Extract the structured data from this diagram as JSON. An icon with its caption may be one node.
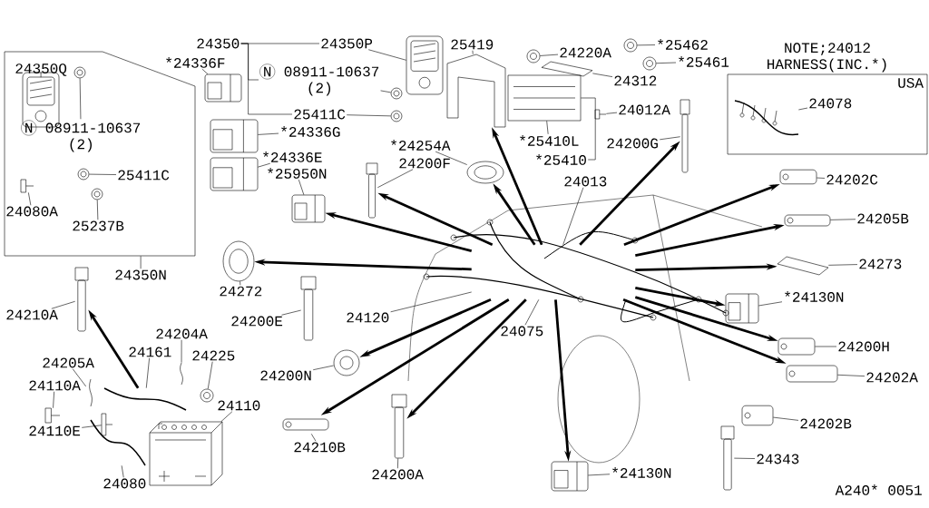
{
  "diagram": {
    "nodes": [
      {
        "text": [],
        "shape": "box"
      },
      {
        "text": [
          "24350Q"
        ],
        "in": 0
      },
      {
        "text": [],
        "shape": "picture",
        "in": 0
      },
      {
        "text": [
          "N",
          "08911-10637",
          "(2)"
        ],
        "in": 0
      },
      {
        "text": [],
        "shape": "picture",
        "in": 0
      },
      {
        "text": [
          "25411C"
        ],
        "in": 0
      },
      {
        "text": [],
        "shape": "picture",
        "in": 0
      },
      {
        "text": [
          "24080A"
        ],
        "in": 0
      },
      {
        "text": [],
        "shape": "picture",
        "in": 0
      },
      {
        "text": [
          "25237B"
        ],
        "in": 0
      },
      {
        "text": [],
        "shape": "picture",
        "in": 0
      },
      {
        "text": [
          "24350N"
        ]
      },
      {
        "text": [
          "24350"
        ]
      },
      {
        "text": [
          "24350P"
        ]
      },
      {
        "text": [],
        "shape": "picture"
      },
      {
        "text": [
          "N",
          "08911-10637",
          "(2)"
        ]
      },
      {
        "text": [],
        "shape": "picture"
      },
      {
        "text": [
          "25411C"
        ]
      },
      {
        "text": [],
        "shape": "picture"
      },
      {
        "text": [
          "*24336F"
        ]
      },
      {
        "text": [],
        "shape": "picture"
      },
      {
        "text": [
          "*24336G"
        ]
      },
      {
        "text": [],
        "shape": "picture"
      },
      {
        "text": [
          "*24336E"
        ]
      },
      {
        "text": [],
        "shape": "picture"
      },
      {
        "text": [
          "*25950N"
        ]
      },
      {
        "text": [],
        "shape": "picture"
      },
      {
        "text": [
          "25419"
        ]
      },
      {
        "text": [],
        "shape": "picture"
      },
      {
        "text": [
          "24220A"
        ]
      },
      {
        "text": [],
        "shape": "picture"
      },
      {
        "text": [
          "*25462"
        ]
      },
      {
        "text": [],
        "shape": "picture"
      },
      {
        "text": [
          "*25461"
        ]
      },
      {
        "text": [],
        "shape": "picture"
      },
      {
        "text": [
          "24312"
        ]
      },
      {
        "text": [],
        "shape": "picture"
      },
      {
        "text": [
          "24012A"
        ]
      },
      {
        "text": [],
        "shape": "picture"
      },
      {
        "text": [
          "*25410L"
        ]
      },
      {
        "text": [],
        "shape": "picture"
      },
      {
        "text": [
          "*25410"
        ]
      },
      {
        "text": [
          "*24254A"
        ]
      },
      {
        "text": [],
        "shape": "picture"
      },
      {
        "text": [
          "24200F"
        ]
      },
      {
        "text": [],
        "shape": "picture"
      },
      {
        "text": [
          "24200G"
        ]
      },
      {
        "text": [],
        "shape": "picture"
      },
      {
        "text": [
          "24013"
        ]
      },
      {
        "text": [],
        "shape": "picture"
      },
      {
        "text": [
          "NOTE;24012 HARNESS(INC.*)",
          "USA"
        ]
      },
      {
        "text": [
          "24078"
        ],
        "in": 50
      },
      {
        "text": [],
        "shape": "picture",
        "in": 50
      },
      {
        "text": [
          "24202C"
        ]
      },
      {
        "text": [],
        "shape": "picture"
      },
      {
        "text": [
          "24205B"
        ]
      },
      {
        "text": [],
        "shape": "picture"
      },
      {
        "text": [
          "24273"
        ]
      },
      {
        "text": [],
        "shape": "picture"
      },
      {
        "text": [
          "*24130N"
        ]
      },
      {
        "text": [],
        "shape": "picture"
      },
      {
        "text": [
          "24200H"
        ]
      },
      {
        "text": [],
        "shape": "picture"
      },
      {
        "text": [
          "24202A"
        ]
      },
      {
        "text": [],
        "shape": "picture"
      },
      {
        "text": [
          "24202B"
        ]
      },
      {
        "text": [],
        "shape": "picture"
      },
      {
        "text": [
          "24343"
        ]
      },
      {
        "text": [],
        "shape": "picture"
      },
      {
        "text": [
          "*24130N"
        ]
      },
      {
        "text": [],
        "shape": "picture"
      },
      {
        "text": [
          "24272"
        ]
      },
      {
        "text": [],
        "shape": "picture"
      },
      {
        "text": [
          "24210A"
        ]
      },
      {
        "text": [],
        "shape": "picture"
      },
      {
        "text": [
          "24200E"
        ]
      },
      {
        "text": [],
        "shape": "picture"
      },
      {
        "text": [
          "24120"
        ]
      },
      {
        "text": [
          "24075"
        ]
      },
      {
        "text": [
          "24200N"
        ]
      },
      {
        "text": [],
        "shape": "picture"
      },
      {
        "text": [
          "24210B"
        ]
      },
      {
        "text": [],
        "shape": "picture"
      },
      {
        "text": [
          "24200A"
        ]
      },
      {
        "text": [],
        "shape": "picture"
      },
      {
        "text": [
          "24205A"
        ]
      },
      {
        "text": [],
        "shape": "picture"
      },
      {
        "text": [
          "24110A"
        ]
      },
      {
        "text": [],
        "shape": "picture"
      },
      {
        "text": [
          "24110E"
        ]
      },
      {
        "text": [],
        "shape": "picture"
      },
      {
        "text": [
          "24161"
        ]
      },
      {
        "text": [],
        "shape": "picture"
      },
      {
        "text": [
          "24204A"
        ]
      },
      {
        "text": [],
        "shape": "picture"
      },
      {
        "text": [
          "24225"
        ]
      },
      {
        "text": [],
        "shape": "picture"
      },
      {
        "text": [
          "24110"
        ]
      },
      {
        "text": [],
        "shape": "picture"
      },
      {
        "text": [
          "24080"
        ]
      },
      {
        "text": [],
        "shape": "picture"
      }
    ],
    "edges": [
      {
        "from": 1,
        "to": 2,
        "arrow": "none"
      },
      {
        "from": 3,
        "to": 4,
        "arrow": "none"
      },
      {
        "from": 5,
        "to": 6,
        "arrow": "none"
      },
      {
        "from": 7,
        "to": 8,
        "arrow": "none"
      },
      {
        "from": 9,
        "to": 10,
        "arrow": "none"
      },
      {
        "from": 11,
        "to": 0,
        "arrow": "none"
      },
      {
        "from": 12,
        "to": 13,
        "arrow": "none"
      },
      {
        "from": 12,
        "to": 15,
        "arrow": "none"
      },
      {
        "from": 12,
        "to": 17,
        "arrow": "none"
      },
      {
        "from": 13,
        "to": 14,
        "arrow": "none"
      },
      {
        "from": 15,
        "to": 16,
        "arrow": "none"
      },
      {
        "from": 17,
        "to": 18,
        "arrow": "none"
      },
      {
        "from": 19,
        "to": 20,
        "arrow": "none"
      },
      {
        "from": 21,
        "to": 22,
        "arrow": "none"
      },
      {
        "from": 23,
        "to": 24,
        "arrow": "none"
      },
      {
        "from": 25,
        "to": 26,
        "arrow": "none"
      },
      {
        "from": 27,
        "to": 28,
        "arrow": "none"
      },
      {
        "from": 29,
        "to": 30,
        "arrow": "none"
      },
      {
        "from": 31,
        "to": 32,
        "arrow": "none"
      },
      {
        "from": 33,
        "to": 34,
        "arrow": "none"
      },
      {
        "from": 35,
        "to": 36,
        "arrow": "none"
      },
      {
        "from": 37,
        "to": 38,
        "arrow": "none"
      },
      {
        "from": 39,
        "to": 40,
        "arrow": "none"
      },
      {
        "from": 41,
        "to": 40,
        "arrow": "none"
      },
      {
        "from": 42,
        "to": 43,
        "arrow": "none"
      },
      {
        "from": 44,
        "to": 45,
        "arrow": "none"
      },
      {
        "from": 46,
        "to": 47,
        "arrow": "none"
      },
      {
        "from": 48,
        "to": 49,
        "arrow": "none"
      },
      {
        "from": 51,
        "to": 52,
        "arrow": "none"
      },
      {
        "from": 53,
        "to": 54,
        "arrow": "none"
      },
      {
        "from": 55,
        "to": 56,
        "arrow": "none"
      },
      {
        "from": 57,
        "to": 58,
        "arrow": "none"
      },
      {
        "from": 59,
        "to": 60,
        "arrow": "none"
      },
      {
        "from": 61,
        "to": 62,
        "arrow": "none"
      },
      {
        "from": 63,
        "to": 64,
        "arrow": "none"
      },
      {
        "from": 65,
        "to": 66,
        "arrow": "none"
      },
      {
        "from": 67,
        "to": 68,
        "arrow": "none"
      },
      {
        "from": 69,
        "to": 70,
        "arrow": "none"
      },
      {
        "from": 71,
        "to": 72,
        "arrow": "none"
      },
      {
        "from": 73,
        "to": 74,
        "arrow": "none"
      },
      {
        "from": 75,
        "to": 76,
        "arrow": "none"
      },
      {
        "from": 77,
        "to": 49,
        "arrow": "none"
      },
      {
        "from": 78,
        "to": 49,
        "arrow": "none"
      },
      {
        "from": 79,
        "to": 80,
        "arrow": "none"
      },
      {
        "from": 81,
        "to": 82,
        "arrow": "none"
      },
      {
        "from": 83,
        "to": 84,
        "arrow": "none"
      },
      {
        "from": 85,
        "to": 86,
        "arrow": "none"
      },
      {
        "from": 87,
        "to": 88,
        "arrow": "none"
      },
      {
        "from": 89,
        "to": 90,
        "arrow": "none"
      },
      {
        "from": 91,
        "to": 92,
        "arrow": "none"
      },
      {
        "from": 93,
        "to": 94,
        "arrow": "none"
      },
      {
        "from": 95,
        "to": 96,
        "arrow": "none"
      },
      {
        "from": 97,
        "to": 98,
        "arrow": "none"
      },
      {
        "from": 99,
        "to": 100,
        "arrow": "none"
      },
      {
        "from": 49,
        "to": 26,
        "arrow": "to",
        "style": "thick"
      },
      {
        "from": 49,
        "to": 72,
        "arrow": "to",
        "style": "thick"
      },
      {
        "from": 49,
        "to": 45,
        "arrow": "to",
        "style": "thick"
      },
      {
        "from": 49,
        "to": 43,
        "arrow": "to",
        "style": "thick"
      },
      {
        "from": 49,
        "to": 28,
        "arrow": "to",
        "style": "thick"
      },
      {
        "from": 49,
        "to": 47,
        "arrow": "to",
        "style": "thick"
      },
      {
        "from": 49,
        "to": 54,
        "arrow": "to",
        "style": "thick"
      },
      {
        "from": 49,
        "to": 56,
        "arrow": "to",
        "style": "thick"
      },
      {
        "from": 49,
        "to": 58,
        "arrow": "to",
        "style": "thick"
      },
      {
        "from": 49,
        "to": 60,
        "arrow": "to",
        "style": "thick"
      },
      {
        "from": 49,
        "to": 62,
        "arrow": "to",
        "style": "thick"
      },
      {
        "from": 49,
        "to": 64,
        "arrow": "to",
        "style": "thick"
      },
      {
        "from": 49,
        "to": 80,
        "arrow": "to",
        "style": "thick"
      },
      {
        "from": 49,
        "to": 82,
        "arrow": "to",
        "style": "thick"
      },
      {
        "from": 49,
        "to": 84,
        "arrow": "to",
        "style": "thick"
      },
      {
        "from": 49,
        "to": 70,
        "arrow": "to",
        "style": "thick"
      },
      {
        "from": 92,
        "to": 74,
        "arrow": "to",
        "style": "thick"
      }
    ],
    "labels": [
      "A240* 0051"
    ]
  }
}
